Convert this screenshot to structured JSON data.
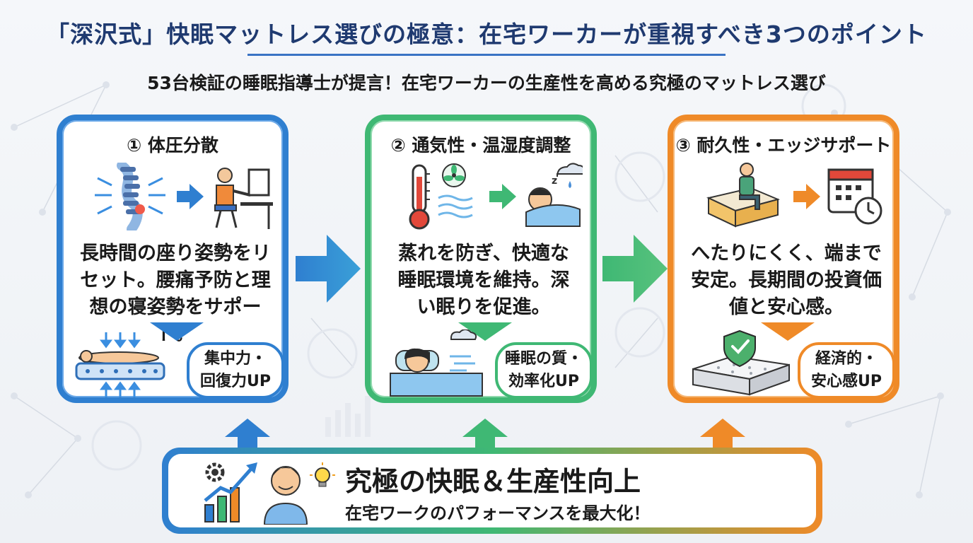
{
  "header": {
    "title": "「深沢式」快眠マットレス選びの極意：在宅ワーカーが重視すべき3つのポイント",
    "subtitle": "53台検証の睡眠指導士が提言！在宅ワーカーの生産性を高める究極のマットレス選び"
  },
  "cards": [
    {
      "title": "① 体圧分散",
      "body": [
        "長時間の座り姿勢をリ",
        "セット。腰痛予防と理",
        "想の寝姿勢をサポート。"
      ],
      "benefit": [
        "集中力・",
        "回復力UP"
      ],
      "color": "#2f7fd0"
    },
    {
      "title": "② 通気性・温湿度調整",
      "body": [
        "蒸れを防ぎ、快適な",
        "睡眠環境を維持。深",
        "い眠りを促進。"
      ],
      "benefit": [
        "睡眠の質・",
        "効率化UP"
      ],
      "color": "#3fb874"
    },
    {
      "title": "③ 耐久性・エッジサポート",
      "body": [
        "へたりにくく、端まで",
        "安定。長期間の投資価",
        "値と安心感。"
      ],
      "benefit": [
        "経済的・",
        "安心感UP"
      ],
      "color": "#ef8a28"
    }
  ],
  "result": {
    "title": "究極の快眠＆生産性向上",
    "subtitle": "在宅ワークのパフォーマンスを最大化！"
  },
  "icons": {
    "card1": [
      "spine-pressure-icon",
      "arrow-right-icon",
      "desk-worker-icon",
      "mattress-support-icon"
    ],
    "card2": [
      "thermometer-icon",
      "fan-icon",
      "arrow-right-icon",
      "sleeping-person-icon",
      "rain-cloud-icon",
      "comfortable-sleeper-icon"
    ],
    "card3": [
      "sitting-on-mattress-icon",
      "arrow-right-icon",
      "calendar-clock-icon",
      "shield-mattress-icon"
    ],
    "result": [
      "gear-growth-chart-icon",
      "smiling-man-icon",
      "lightbulb-icon"
    ]
  }
}
